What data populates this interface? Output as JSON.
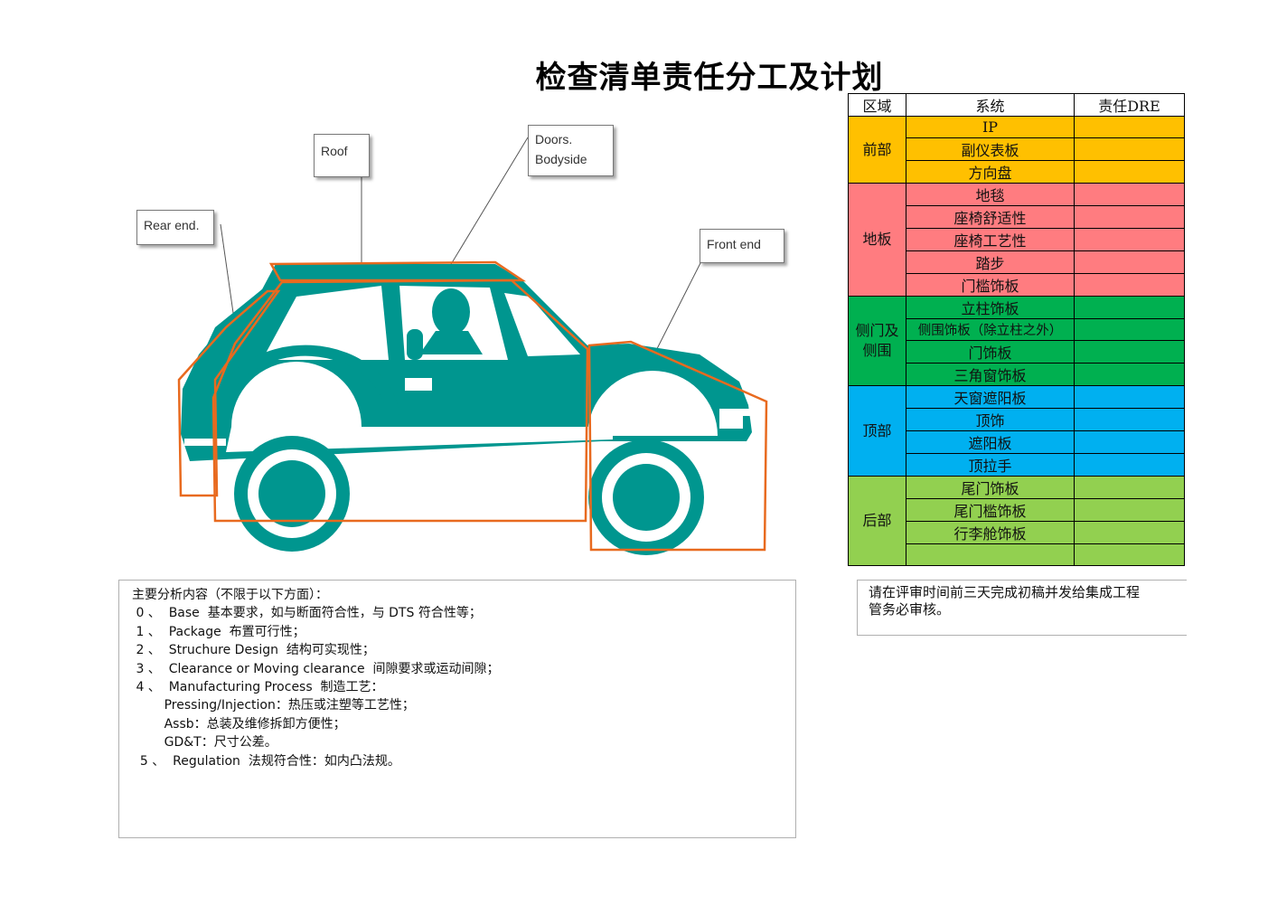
{
  "title": "检查清单责任分工及计划",
  "callouts": {
    "roof": "Roof",
    "doors_line1": "Doors.",
    "doors_line2": "Bodyside",
    "rear": "Rear end.",
    "front": "Front end"
  },
  "colors": {
    "car_body": "#00968f",
    "outline": "#e86a1f",
    "front": "#ffc000",
    "floor": "#ff7c80",
    "side": "#00b050",
    "roof": "#00b0f0",
    "rear": "#92d050"
  },
  "table": {
    "headers": [
      "区域",
      "系统",
      "责任DRE"
    ],
    "groups": {
      "front": {
        "area": "前部",
        "items": [
          "IP",
          "副仪表板",
          "方向盘"
        ]
      },
      "floor": {
        "area": "地板",
        "items": [
          "地毯",
          "座椅舒适性",
          "座椅工艺性",
          "踏步",
          "门槛饰板"
        ]
      },
      "side": {
        "area_line1": "侧门及",
        "area_line2": "侧围",
        "items": [
          "立柱饰板",
          "侧围饰板（除立柱之外）",
          "门饰板",
          "三角窗饰板"
        ]
      },
      "roof": {
        "area": "顶部",
        "items": [
          "天窗遮阳板",
          "顶饰",
          "遮阳板",
          "顶拉手"
        ]
      },
      "rear": {
        "area": "后部",
        "items": [
          "尾门饰板",
          "尾门槛饰板",
          "行李舱饰板",
          ""
        ]
      }
    }
  },
  "analysis": {
    "heading": "主要分析内容（不限于以下方面）：",
    "lines": [
      " 0 、  Base  基本要求，如与断面符合性，与 DTS 符合性等；",
      " 1 、  Package  布置可行性；",
      " 2 、  Struchure Design  结构可实现性；",
      " 3 、  Clearance or Moving clearance  间隙要求或运动间隙；",
      " 4 、  Manufacturing Process  制造工艺：",
      "        Pressing/Injection：热压或注塑等工艺性；",
      "        Assb：总装及维修拆卸方便性；",
      "        GD&T：尺寸公差。",
      "  5 、  Regulation  法规符合性：如内凸法规。"
    ]
  },
  "note": {
    "line1": "请在评审时间前三天完成初稿并发给集成工程",
    "line2": "管务必审核。"
  }
}
